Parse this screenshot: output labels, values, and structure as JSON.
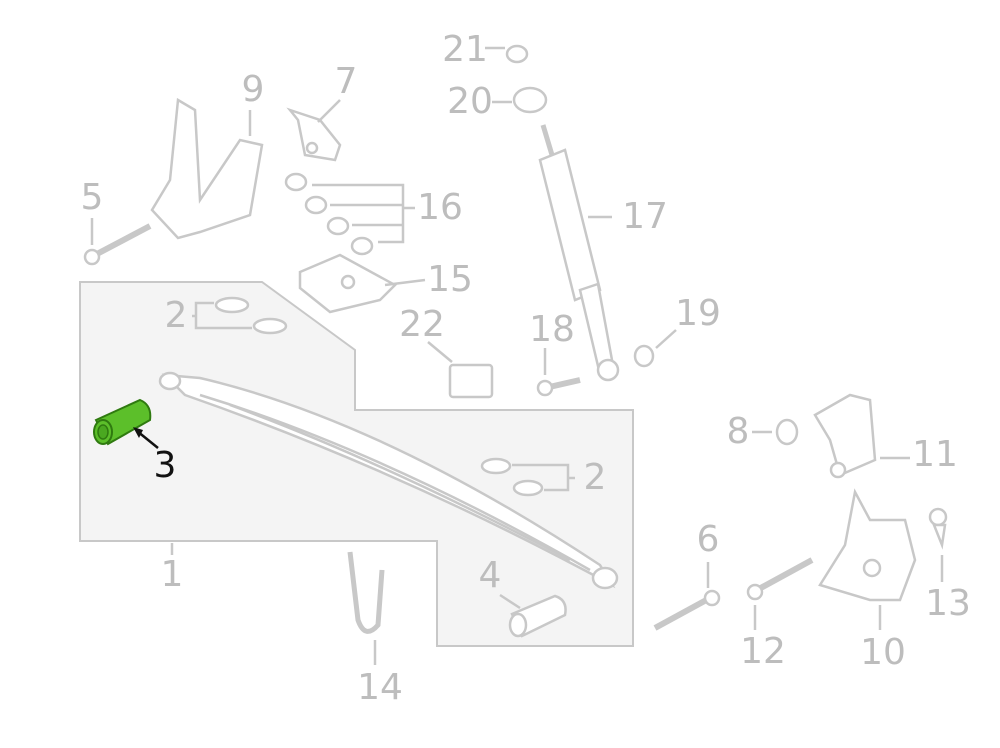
{
  "diagram": {
    "highlighted_part": "3",
    "colors": {
      "highlight": "#5cbf2a",
      "highlight_dark": "#2f7a10",
      "line": "#c8c8c8",
      "label": "#bdbdbd",
      "highlight_label": "#111111",
      "group_fill": "#f4f4f4"
    },
    "labels": [
      {
        "id": "21",
        "text": "21"
      },
      {
        "id": "20",
        "text": "20"
      },
      {
        "id": "9",
        "text": "9"
      },
      {
        "id": "7",
        "text": "7"
      },
      {
        "id": "5",
        "text": "5"
      },
      {
        "id": "16",
        "text": "16"
      },
      {
        "id": "17",
        "text": "17"
      },
      {
        "id": "15",
        "text": "15"
      },
      {
        "id": "2a",
        "text": "2"
      },
      {
        "id": "22",
        "text": "22"
      },
      {
        "id": "18",
        "text": "18"
      },
      {
        "id": "19",
        "text": "19"
      },
      {
        "id": "8",
        "text": "8"
      },
      {
        "id": "11",
        "text": "11"
      },
      {
        "id": "3",
        "text": "3"
      },
      {
        "id": "2b",
        "text": "2"
      },
      {
        "id": "6",
        "text": "6"
      },
      {
        "id": "1",
        "text": "1"
      },
      {
        "id": "4",
        "text": "4"
      },
      {
        "id": "13",
        "text": "13"
      },
      {
        "id": "12",
        "text": "12"
      },
      {
        "id": "10",
        "text": "10"
      },
      {
        "id": "14",
        "text": "14"
      }
    ]
  }
}
